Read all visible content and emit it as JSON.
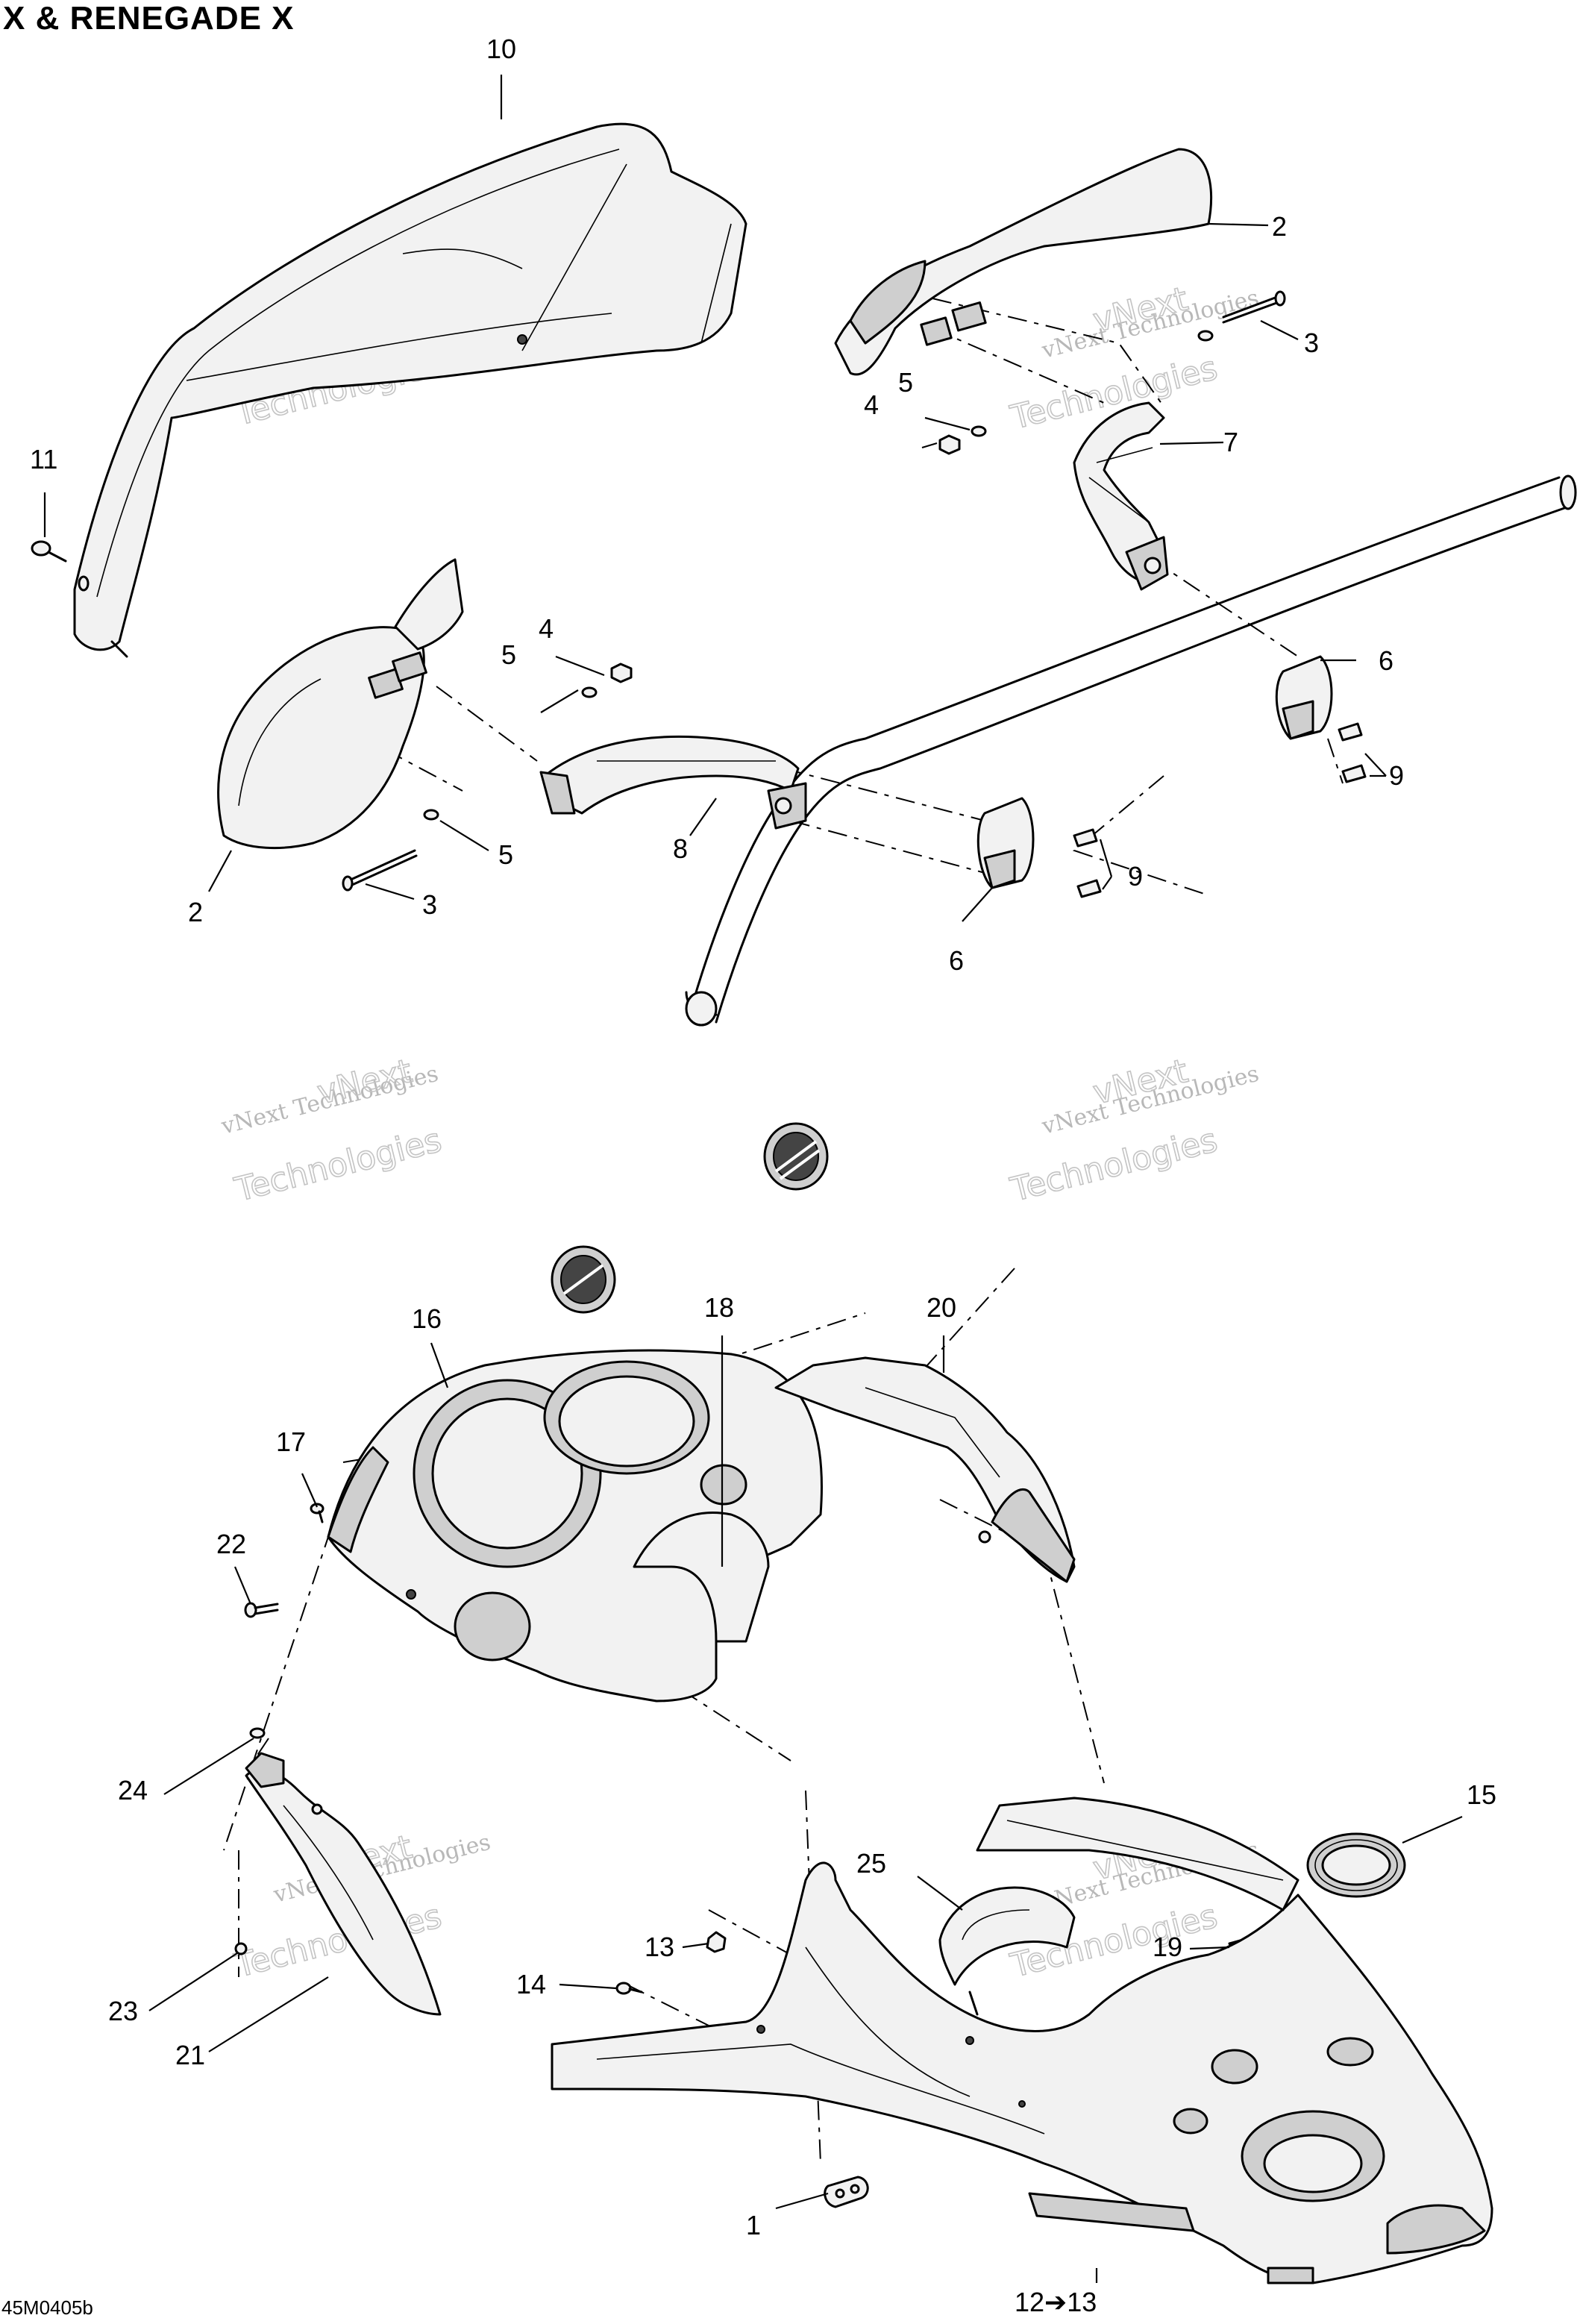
{
  "header": {
    "title": "X & RENEGADE X",
    "diagram_code": "45M0405b"
  },
  "watermark": {
    "line1": "vNext Technologies",
    "line2": "vNext",
    "line3": "Technologies"
  },
  "callouts": [
    {
      "id": "c10",
      "label": "10"
    },
    {
      "id": "c2a",
      "label": "2"
    },
    {
      "id": "c3a",
      "label": "3"
    },
    {
      "id": "c4a",
      "label": "4"
    },
    {
      "id": "c5a",
      "label": "5"
    },
    {
      "id": "c7",
      "label": "7"
    },
    {
      "id": "c11",
      "label": "11"
    },
    {
      "id": "c4b",
      "label": "4"
    },
    {
      "id": "c5b",
      "label": "5"
    },
    {
      "id": "c6a",
      "label": "6"
    },
    {
      "id": "c9a",
      "label": "9"
    },
    {
      "id": "c5c",
      "label": "5"
    },
    {
      "id": "c8",
      "label": "8"
    },
    {
      "id": "c2b",
      "label": "2"
    },
    {
      "id": "c3b",
      "label": "3"
    },
    {
      "id": "c9b",
      "label": "9"
    },
    {
      "id": "c6b",
      "label": "6"
    },
    {
      "id": "c16",
      "label": "16"
    },
    {
      "id": "c18",
      "label": "18"
    },
    {
      "id": "c20",
      "label": "20"
    },
    {
      "id": "c17",
      "label": "17"
    },
    {
      "id": "c22",
      "label": "22"
    },
    {
      "id": "c24",
      "label": "24"
    },
    {
      "id": "c15",
      "label": "15"
    },
    {
      "id": "c25",
      "label": "25"
    },
    {
      "id": "c13",
      "label": "13"
    },
    {
      "id": "c19",
      "label": "19"
    },
    {
      "id": "c14",
      "label": "14"
    },
    {
      "id": "c23",
      "label": "23"
    },
    {
      "id": "c21",
      "label": "21"
    },
    {
      "id": "c1",
      "label": "1"
    },
    {
      "id": "c12",
      "label": "12➔13"
    }
  ]
}
